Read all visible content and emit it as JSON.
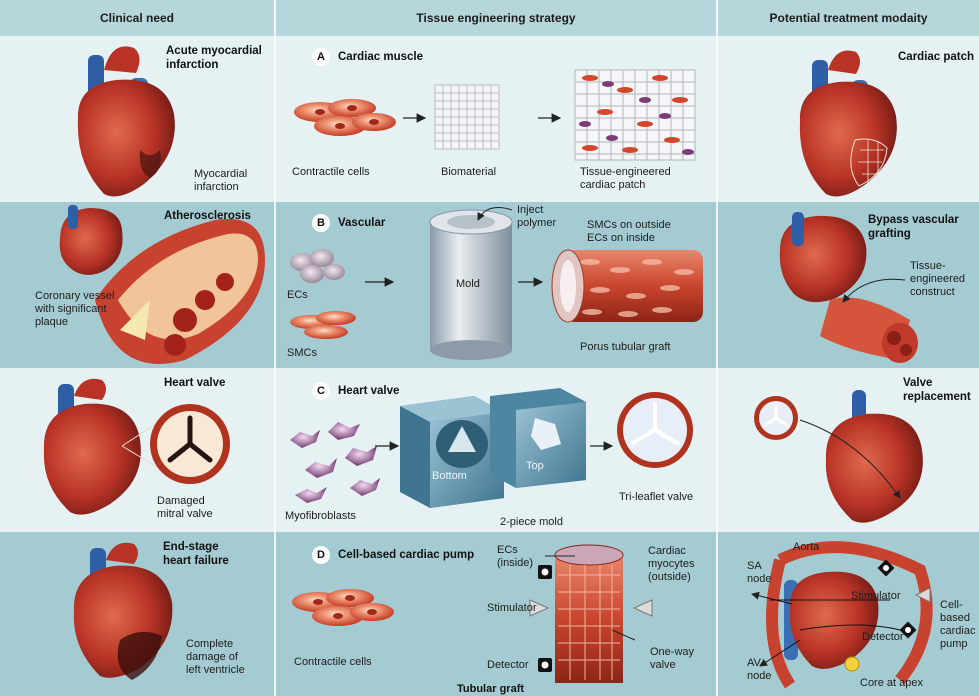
{
  "headers": {
    "clinical": "Clinical need",
    "strategy": "Tissue engineering strategy",
    "treatment": "Potential treatment modaity"
  },
  "rows": {
    "a": {
      "need_title": "Acute myocardial\ninfarction",
      "need_label": "Myocardial\ninfarction",
      "letter": "A",
      "strategy_title": "Cardiac muscle",
      "labels": {
        "cells": "Contractile cells",
        "biomaterial": "Biomaterial",
        "patch": "Tissue-engineered\ncardiac patch"
      },
      "treatment_title": "Cardiac patch"
    },
    "b": {
      "need_title": "Atherosclerosis",
      "need_label": "Coronary vessel\nwith significant\nplaque",
      "letter": "B",
      "strategy_title": "Vascular",
      "labels": {
        "ecs": "ECs",
        "smcs": "SMCs",
        "inject": "Inject\npolymer",
        "mold": "Mold",
        "layers": "SMCs on outside\nECs on inside",
        "graft": "Porus tubular graft"
      },
      "treatment_title": "Bypass vascular\ngrafting",
      "treatment_label": "Tissue-\nengineered\nconstruct"
    },
    "c": {
      "need_title": "Heart valve",
      "need_label": "Damaged\nmitral valve",
      "letter": "C",
      "strategy_title": "Heart valve",
      "labels": {
        "myofibroblasts": "Myofibroblasts",
        "bottom": "Bottom",
        "top": "Top",
        "mold": "2-piece mold",
        "valve": "Tri-leaflet valve"
      },
      "treatment_title": "Valve\nreplacement"
    },
    "d": {
      "need_title": "End-stage\nheart failure",
      "need_label": "Complete\ndamage of\nleft ventricle",
      "letter": "D",
      "strategy_title": "Cell-based cardiac pump",
      "labels": {
        "cells": "Contractile cells",
        "ecs": "ECs\n(inside)",
        "myocytes": "Cardiac\nmyocytes\n(outside)",
        "stimulator": "Stimulator",
        "detector": "Detector",
        "valve": "One-way\nvalve",
        "graft": "Tubular graft"
      },
      "treatment_labels": {
        "aorta": "Aorta",
        "sa_node": "SA\nnode",
        "av_node": "AV\nnode",
        "stimulator": "Stimulator",
        "detector": "Detector",
        "pump": "Cell-\nbased\ncardiac\npump",
        "apex": "Core at apex"
      }
    }
  },
  "colors": {
    "header_bg": "#b7d6dc",
    "band_light": "#e5f1f3",
    "band_dark": "#9fc8cf",
    "heart_red": "#b83326",
    "aorta_blue": "#2e5fa6",
    "cell_red": "#d94a30",
    "cell_purple": "#7a3d78",
    "mold_blue": "#5c93ac",
    "stimulator_gray": "#d9d9d9"
  },
  "icons": {
    "heart": "heart-illustration",
    "cell": "cell-cluster",
    "arrow": "process-arrow"
  }
}
